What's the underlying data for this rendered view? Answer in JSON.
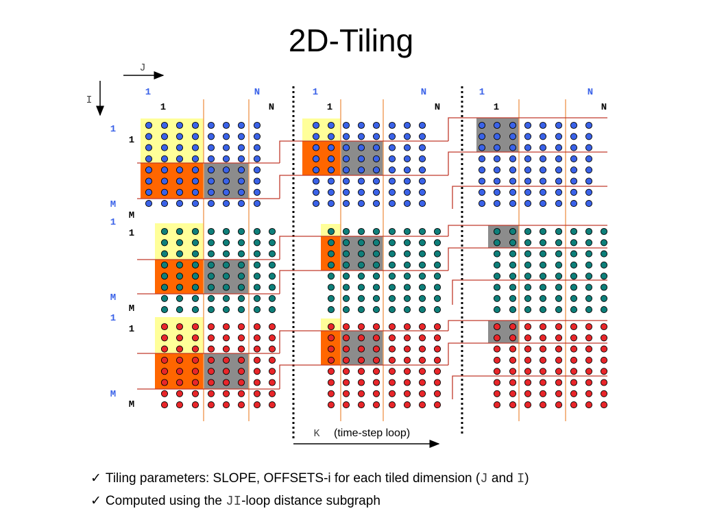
{
  "title": "2D-Tiling",
  "axes": {
    "j_label": "J",
    "i_label": "I",
    "k_label": "K",
    "k_caption": "(time-step loop)"
  },
  "index_labels": {
    "col_start": "1",
    "col_end": "N",
    "row_start": "1",
    "row_end": "M"
  },
  "colors": {
    "blue_dot": "#3a62e8",
    "teal_dot": "#0e7f7a",
    "red_dot": "#e8262a",
    "yellow_tile": "#ffff99",
    "orange_tile": "#ff6600",
    "gray_tile": "#8c8c8c",
    "tile_line": "#c0392b",
    "split_line": "#f0a060",
    "index_blue": "#3a62e8"
  },
  "panels": [
    {
      "id": "timestep-1",
      "grids": [
        "blue",
        "teal",
        "red"
      ],
      "tiles": [
        "yellow",
        "orange",
        "gray"
      ]
    },
    {
      "id": "timestep-2",
      "grids": [
        "blue",
        "teal",
        "red"
      ],
      "tiles": [
        "yellow",
        "orange",
        "gray"
      ]
    },
    {
      "id": "timestep-3",
      "grids": [
        "blue",
        "teal",
        "red"
      ],
      "tiles": [
        "gray"
      ]
    }
  ],
  "bullets": [
    {
      "check": "✓",
      "text_before": "Tiling parameters: SLOPE, OFFSETS-i for each tiled dimension (",
      "code1": "J",
      "text_mid": " and ",
      "code2": "I",
      "text_after": ")"
    },
    {
      "check": "✓",
      "text_before": "Computed using the ",
      "code1": "JI",
      "text_after": "-loop distance subgraph"
    }
  ]
}
